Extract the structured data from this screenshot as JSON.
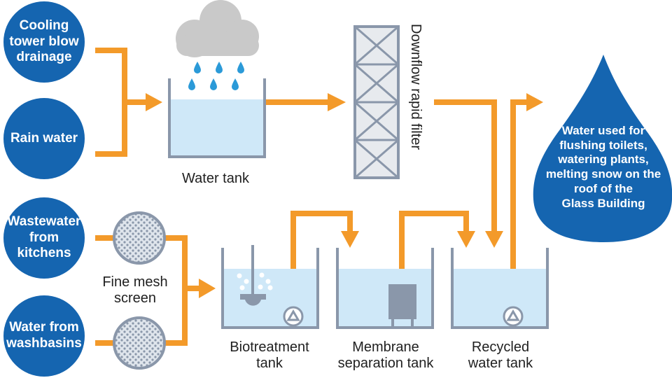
{
  "sources": {
    "cooling": "Cooling\ntower blow\ndrainage",
    "rain": "Rain water",
    "kitchens": "Wastewater\nfrom\nkitchens",
    "washbasins": "Water from\nwashbasins"
  },
  "labels": {
    "water_tank": "Water tank",
    "filter": "Downflow rapid filter",
    "mesh": "Fine mesh\nscreen",
    "bio": "Biotreatment\ntank",
    "membrane": "Membrane\nseparation tank",
    "recycled": "Recycled\nwater tank"
  },
  "destination": "Water used for\nflushing toilets,\nwatering plants,\nmelting snow on the\nroof of the\nGlass Building",
  "colors": {
    "circle_blue": "#1565b0",
    "arrow_orange": "#f39a2a",
    "water_light": "#cfe8f8",
    "tank_outline": "#8a97aa",
    "cloud_gray": "#c9c9c9",
    "raindrop_blue": "#2b9ad8"
  }
}
